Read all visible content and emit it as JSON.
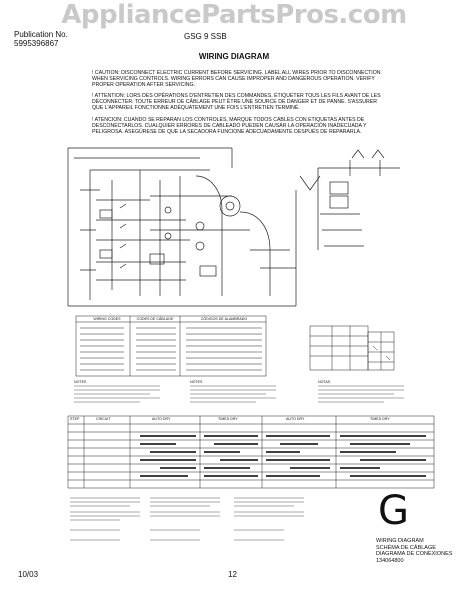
{
  "watermark": "AppliancePartsPros.com",
  "header": {
    "publication_label": "Publication No.",
    "publication_number": "5995396867",
    "model": "GSG 9 SSB",
    "title": "WIRING DIAGRAM"
  },
  "cautions": [
    "! CAUTION: DISCONNECT ELECTRIC CURRENT BEFORE SERVICING. LABEL ALL WIRES PRIOR TO DISCONNECTION WHEN SERVICING CONTROLS. WIRING ERRORS CAN CAUSE IMPROPER AND DANGEROUS OPERATION. VERIFY PROPER OPERATION AFTER SERVICING.",
    "! ATTENTION: LORS DES OPÉRATIONS D'ENTRETIEN DES COMMANDES, ÉTIQUETER TOUS LES FILS AVANT DE LES DÉCONNECTER. TOUTE ERREUR DE CÂBLAGE PEUT ÊTRE UNE SOURCE DE DANGER ET DE PANNE. S'ASSURER QUE L'APPAREIL FONCTIONNE ADÉQUATEMENT UNE FOIS L'ENTRETIEN TERMINÉ.",
    "! ATENCION: CUANDO SE REPARAN LOS CONTROLES, MARQUE TODOS CABLES CON ETIQUETAS ANTES DE DESCONECTARLOS. CUALQUIER ERRORES DE CABLEADO PUEDEN CAUSAR LA OPERACIÓN INADECUADA Y PELIGROSA. ASEGÚRESE DE QUE LA SECADORA FUNCIONE ADECUADAMENTE DESPUÉS DE REPARARLA."
  ],
  "legend_headers": [
    "WIRING CODES",
    "CODES DE CÂBLAGE",
    "CÓDIGOS DE ALAMBRADO"
  ],
  "chart_table_headers": [
    "STEP",
    "CIRCUIT"
  ],
  "cycle_labels": [
    "AUTO DRY",
    "TIMED DRY",
    "AUTO DRY",
    "TIMED DRY"
  ],
  "notes_labels": [
    "NOTES",
    "NOTES",
    "NOTAS"
  ],
  "reference": {
    "big_letter": "G",
    "line1": "WIRING DIAGRAM",
    "line2": "SCHÉMA DE CÂBLAGE",
    "line3": "DIAGRAMA DE CONEXIONES",
    "part_number": "134064800"
  },
  "footer": {
    "date": "10/03",
    "page": "12"
  }
}
